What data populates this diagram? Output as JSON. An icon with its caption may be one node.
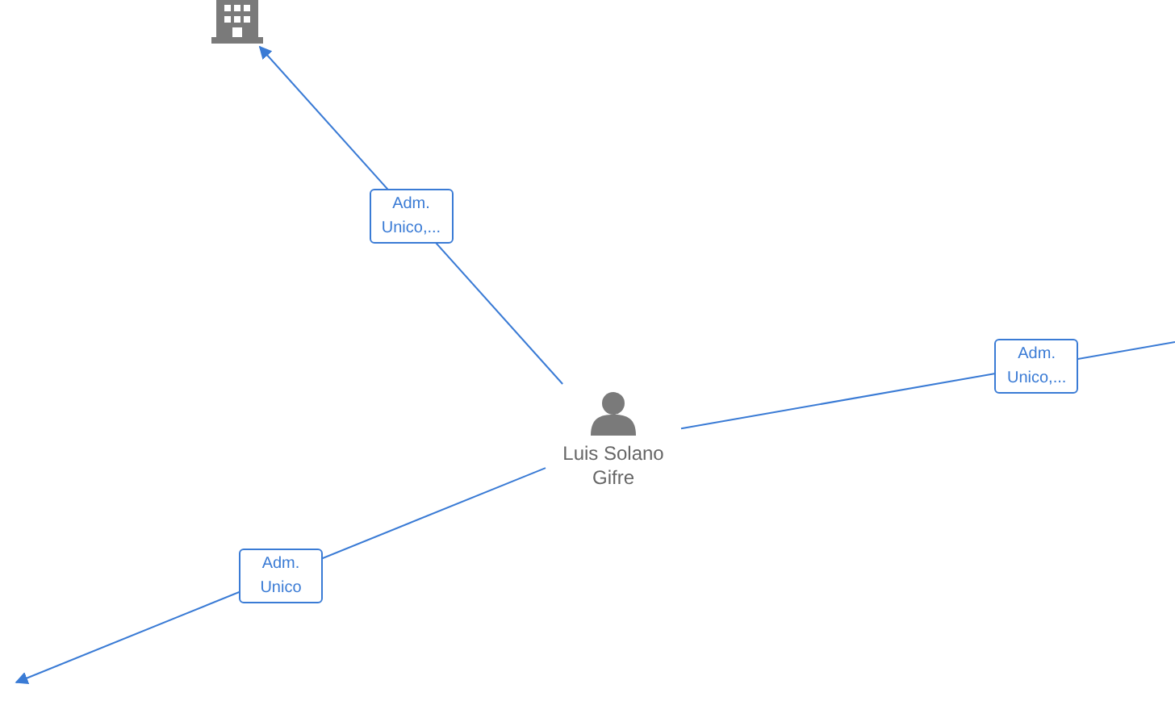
{
  "diagram": {
    "nodes": [
      {
        "text": [],
        "shape": "building"
      },
      {
        "text": [
          "Luis Solano Gifre"
        ]
      }
    ],
    "edges": [
      {
        "from": 1,
        "to": 0,
        "label": "Adm. Unico,...",
        "arrow": "to"
      },
      {
        "from": 1,
        "to": null,
        "label": "Adm. Unico,...",
        "arrow": "none"
      },
      {
        "from": 1,
        "to": null,
        "label": "Adm. Unico",
        "arrow": "to"
      }
    ]
  }
}
